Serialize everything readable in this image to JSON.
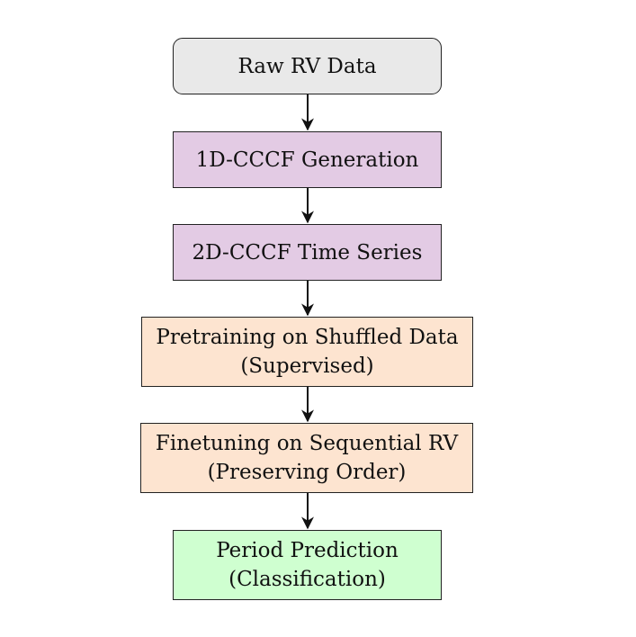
{
  "colors": {
    "input": "#e9e9e9",
    "feature": "#e3cbe4",
    "training": "#fde4d0",
    "output": "#cfffd0",
    "border": "#222222",
    "arrow": "#111111"
  },
  "nodes": {
    "raw": {
      "line1": "Raw RV Data"
    },
    "ccf1d": {
      "line1": "1D-CCCF Generation"
    },
    "ccf2d": {
      "line1": "2D-CCCF Time Series"
    },
    "pretrain": {
      "line1": "Pretraining on Shuffled Data",
      "line2": "(Supervised)"
    },
    "finetune": {
      "line1": "Finetuning on Sequential RV",
      "line2": "(Preserving Order)"
    },
    "predict": {
      "line1": "Period Prediction",
      "line2": "(Classification)"
    }
  }
}
